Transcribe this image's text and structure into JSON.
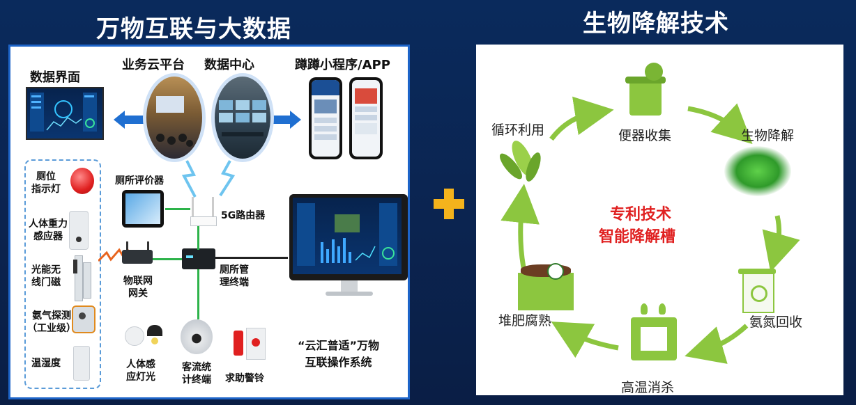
{
  "left": {
    "title": "万物互联与大数据",
    "data_ui": "数据界面",
    "cloud_platform": "业务云平台",
    "data_center": "数据中心",
    "mini_app": "蹲蹲小程序/APP",
    "indicator_lamp": [
      "厕位",
      "指示灯"
    ],
    "gravity_sensor": [
      "人体重力",
      "感应器"
    ],
    "door_sensor": [
      "光能无",
      "线门磁"
    ],
    "ammonia": [
      "氨气探测",
      "（工业级）"
    ],
    "humidity": "温湿度",
    "evaluator": "厕所评价器",
    "router": "5G路由器",
    "gateway": [
      "物联网",
      "网关"
    ],
    "terminal": [
      "厕所管",
      "理终端"
    ],
    "body_light": [
      "人体感",
      "应灯光"
    ],
    "flow_terminal": [
      "客流统",
      "计终端"
    ],
    "alarm": "求助警铃",
    "os": [
      "“云汇普适”万物",
      "互联操作系统"
    ]
  },
  "right": {
    "title": "生物降解技术",
    "center": [
      "专利技术",
      "智能降解槽"
    ],
    "cycle": [
      "便器收集",
      "生物降解",
      "氨氮回收",
      "高温消杀",
      "堆肥腐熟",
      "循环利用"
    ]
  },
  "colors": {
    "accent_red": "#e02020",
    "arrow_green": "#8cc63f",
    "plus_yellow": "#f4b31c",
    "link_blue": "#1f6fd1"
  }
}
